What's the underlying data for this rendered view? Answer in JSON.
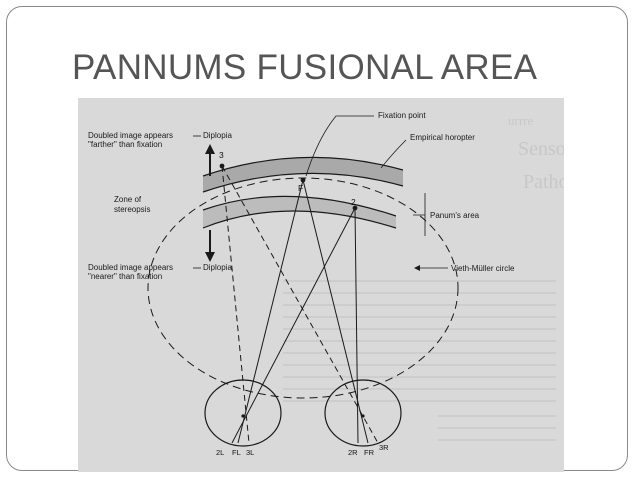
{
  "slide": {
    "title": "PANNUMS FUSIONAL AREA"
  },
  "diagram": {
    "labels": {
      "fixation_point": "Fixation point",
      "empirical_horopter": "Empirical horopter",
      "panums_area": "Panum's area",
      "vieth_muller": "Vieth-Müller circle",
      "zone_line1": "Zone of",
      "zone_line2": "stereopsis",
      "far_line1": "Doubled image appears",
      "far_line2": "\"farther\" than fixation",
      "near_line1": "Doubled image appears",
      "near_line2": "\"nearer\" than fixation",
      "diplopia_far": "Diplopia",
      "diplopia_near": "Diplopia",
      "point_f": "F",
      "point_2": "2",
      "point_3": "3",
      "ret_2l": "2L",
      "ret_fl": "FL",
      "ret_3l": "3L",
      "ret_2r": "2R",
      "ret_fr": "FR",
      "ret_3r": "3R"
    }
  },
  "colors": {
    "title": "#555555",
    "frame": "#8a8a8a",
    "figure_bg": "#d9d9d9",
    "ink": "#1a1a1a"
  }
}
